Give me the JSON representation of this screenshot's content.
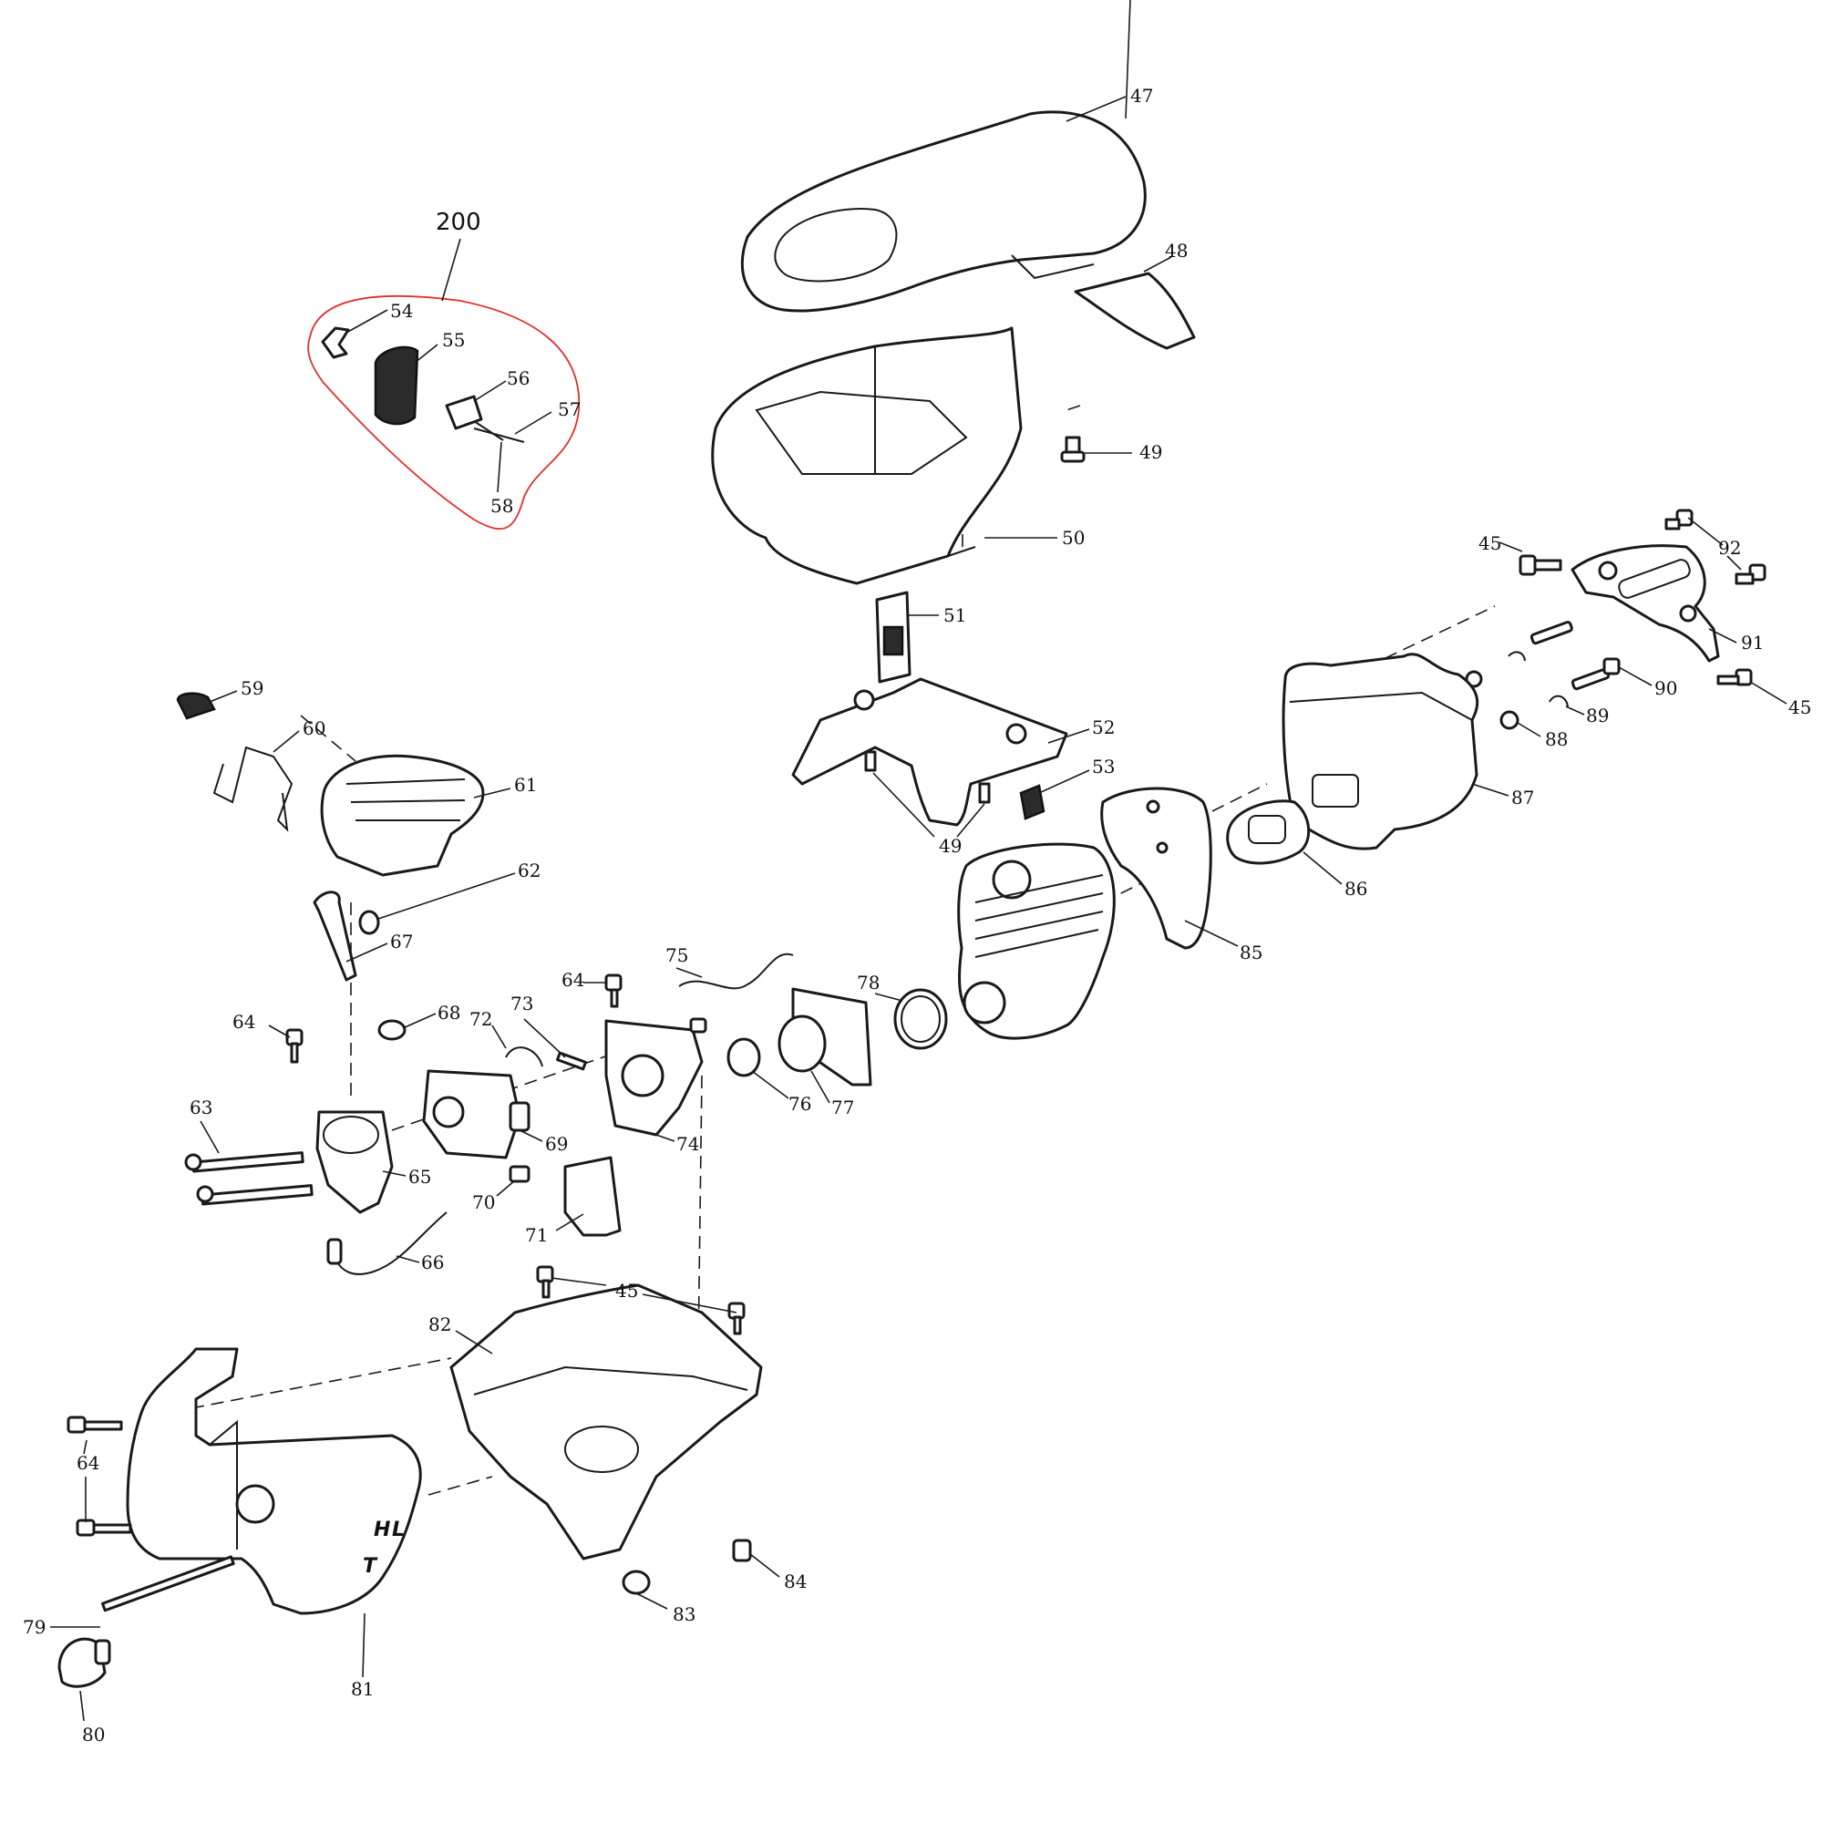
{
  "diagram": {
    "group": {
      "label": "200",
      "outline_color": "#e0312f"
    },
    "markings": {
      "h": "H",
      "l": "L",
      "t": "T"
    },
    "callouts": [
      {
        "id": "c47",
        "label": "47"
      },
      {
        "id": "c48",
        "label": "48"
      },
      {
        "id": "c49a",
        "label": "49"
      },
      {
        "id": "c50",
        "label": "50"
      },
      {
        "id": "c51",
        "label": "51"
      },
      {
        "id": "c52",
        "label": "52"
      },
      {
        "id": "c53",
        "label": "53"
      },
      {
        "id": "c49b",
        "label": "49"
      },
      {
        "id": "c54",
        "label": "54"
      },
      {
        "id": "c55",
        "label": "55"
      },
      {
        "id": "c56",
        "label": "56"
      },
      {
        "id": "c57",
        "label": "57"
      },
      {
        "id": "c58",
        "label": "58"
      },
      {
        "id": "c45a",
        "label": "45"
      },
      {
        "id": "c92",
        "label": "92"
      },
      {
        "id": "c91",
        "label": "91"
      },
      {
        "id": "c90",
        "label": "90"
      },
      {
        "id": "c89",
        "label": "89"
      },
      {
        "id": "c88",
        "label": "88"
      },
      {
        "id": "c45b",
        "label": "45"
      },
      {
        "id": "c87",
        "label": "87"
      },
      {
        "id": "c86",
        "label": "86"
      },
      {
        "id": "c85",
        "label": "85"
      },
      {
        "id": "c59",
        "label": "59"
      },
      {
        "id": "c60",
        "label": "60"
      },
      {
        "id": "c61",
        "label": "61"
      },
      {
        "id": "c62",
        "label": "62"
      },
      {
        "id": "c67",
        "label": "67"
      },
      {
        "id": "c68",
        "label": "68"
      },
      {
        "id": "c64a",
        "label": "64"
      },
      {
        "id": "c64b",
        "label": "64"
      },
      {
        "id": "c63",
        "label": "63"
      },
      {
        "id": "c65",
        "label": "65"
      },
      {
        "id": "c69",
        "label": "69"
      },
      {
        "id": "c70",
        "label": "70"
      },
      {
        "id": "c66",
        "label": "66"
      },
      {
        "id": "c72",
        "label": "72"
      },
      {
        "id": "c73",
        "label": "73"
      },
      {
        "id": "c74",
        "label": "74"
      },
      {
        "id": "c71",
        "label": "71"
      },
      {
        "id": "c75",
        "label": "75"
      },
      {
        "id": "c76",
        "label": "76"
      },
      {
        "id": "c77",
        "label": "77"
      },
      {
        "id": "c78",
        "label": "78"
      },
      {
        "id": "c45c",
        "label": "45"
      },
      {
        "id": "c82",
        "label": "82"
      },
      {
        "id": "c64c",
        "label": "64"
      },
      {
        "id": "c84",
        "label": "84"
      },
      {
        "id": "c83",
        "label": "83"
      },
      {
        "id": "c79",
        "label": "79"
      },
      {
        "id": "c80",
        "label": "80"
      },
      {
        "id": "c81",
        "label": "81"
      }
    ]
  }
}
